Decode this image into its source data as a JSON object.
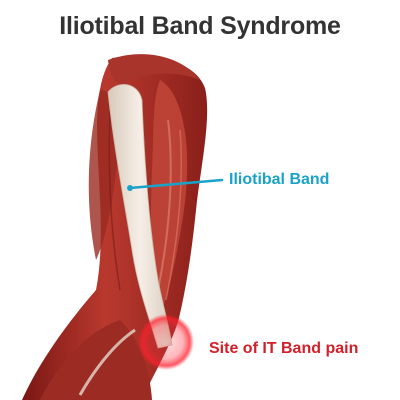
{
  "title": "Iliotibal Band Syndrome",
  "labels": {
    "it_band": {
      "text": "Iliotibal Band",
      "color": "#1aa3c8"
    },
    "pain_site": {
      "text": "Site of IT Band pain",
      "color": "#d0202a"
    }
  },
  "colors": {
    "muscle_dark": "#8e1e1a",
    "muscle_mid": "#b83a30",
    "muscle_light": "#d66a5a",
    "tendon": "#efe6dc",
    "pain_glow": "#ff2d3a"
  }
}
